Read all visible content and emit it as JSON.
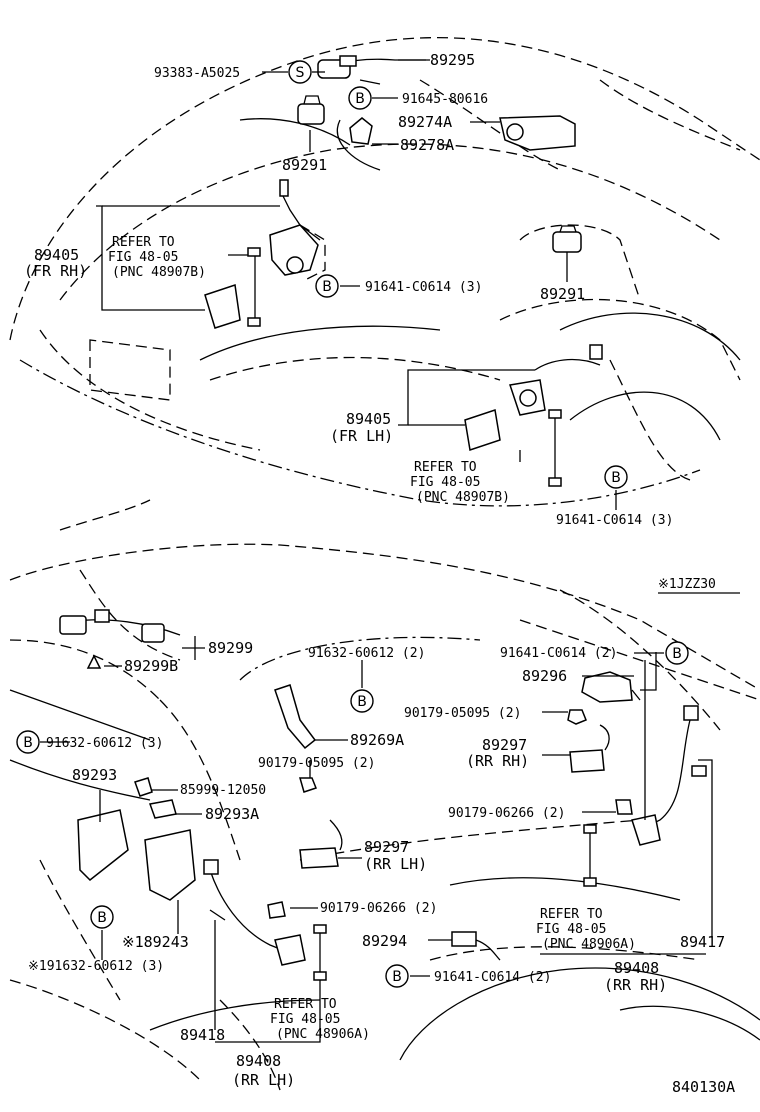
{
  "markers": {
    "s": "S",
    "b": "B"
  },
  "labels": {
    "p93383": "93383-A5025",
    "p89295": "89295",
    "p91645": "91645-80616",
    "p89274a": "89274A",
    "p89278a": "89278A",
    "p89291a": "89291",
    "p89291b": "89291",
    "p89405rh": "89405",
    "p89405rh_sub": "(FR RH)",
    "refer1_l1": "REFER TO",
    "refer1_l2": "FIG 48-05",
    "refer1_l3": "(PNC 48907B)",
    "p91641_top": "91641-C0614 (3)",
    "p89405lh": "89405",
    "p89405lh_sub": "(FR LH)",
    "refer2_l1": "REFER TO",
    "refer2_l2": "FIG 48-05",
    "refer2_l3": "(PNC 48907B)",
    "p91641_mid": "91641-C0614 (3)",
    "jzz30": "※1JZZ30",
    "p89299": "89299",
    "p89299b": "89299B",
    "p91632_top": "91632-60612 (2)",
    "p91641_r": "91641-C0614 (2)",
    "p89296": "89296",
    "p89269a": "89269A",
    "p90179_a": "90179-05095 (2)",
    "p91632_left": "91632-60612 (3)",
    "p89297rh": "89297",
    "p89297rh_sub": "(RR RH)",
    "p89293": "89293",
    "p85999": "85999-12050",
    "p90179_b": "90179-05095 (2)",
    "p89293a": "89293A",
    "p90179_c": "90179-06266 (2)",
    "p89297lh": "89297",
    "p89297lh_sub": "(RR LH)",
    "p90179_d": "90179-06266 (2)",
    "refer3_l1": "REFER TO",
    "refer3_l2": "FIG 48-05",
    "refer3_l3": "(PNC 48906A)",
    "p189243": "※189243",
    "p89417": "89417",
    "p89294": "89294",
    "p191632": "※191632-60612 (3)",
    "p91641_bot": "91641-C0614 (2)",
    "p89408rh": "89408",
    "p89408rh_sub": "(RR RH)",
    "refer4_l1": "REFER TO",
    "refer4_l2": "FIG 48-05",
    "refer4_l3": "(PNC 48906A)",
    "p89418": "89418",
    "p89408lh": "89408",
    "p89408lh_sub": "(RR LH)",
    "fig_code": "840130A"
  }
}
